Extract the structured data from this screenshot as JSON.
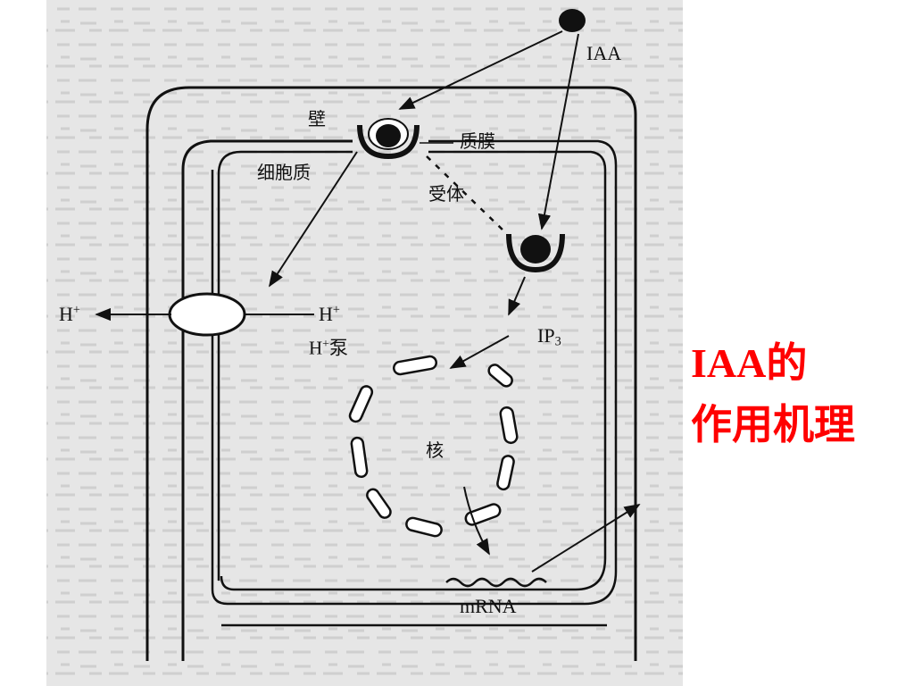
{
  "slide": {
    "background": "#ffffff",
    "caption": {
      "line1": "IAA的",
      "line2": "作用机理",
      "color": "#ff0000"
    }
  },
  "diagram": {
    "labels": {
      "iaa": "IAA",
      "wall": "壁",
      "plasma_membrane": "质膜",
      "cytoplasm": "细胞质",
      "receptor": "受体",
      "h_left_base": "H",
      "h_left_charge": "+",
      "h_right_base": "H",
      "h_right_charge": "+",
      "h_pump_base": "H",
      "h_pump_charge": "+",
      "h_pump_word": "泵",
      "ip3_base": "IP",
      "ip3_sub": "3",
      "nucleus": "核",
      "mrna": "mRNA"
    }
  }
}
